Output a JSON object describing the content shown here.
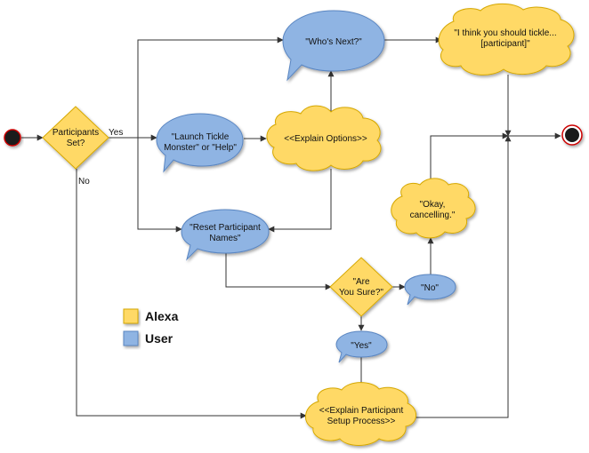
{
  "colors": {
    "alexa": "#ffd966",
    "user": "#8fb4e3",
    "start_fill": "#1a1a1a",
    "end_ring": "#cc0000",
    "stroke": "#333333"
  },
  "nodes": {
    "decision_participants": [
      "Participants",
      "Set?"
    ],
    "launch": [
      "\"Launch Tickle",
      "Monster\" or \"Help\""
    ],
    "explain_options": [
      "<<Explain Options>>"
    ],
    "whos_next": [
      "\"Who's Next?\""
    ],
    "tickle": [
      "\"I think you should tickle...",
      "[participant]\""
    ],
    "reset": [
      "\"Reset Participant",
      "Names\""
    ],
    "are_you_sure": [
      "\"Are",
      "You Sure?\""
    ],
    "no_user": [
      "\"No\""
    ],
    "yes_user": [
      "\"Yes\""
    ],
    "cancelling": [
      "\"Okay,",
      "cancelling.\""
    ],
    "setup_process": [
      "<<Explain Participant",
      "Setup Process>>"
    ]
  },
  "edge_labels": {
    "yes": "Yes",
    "no": "No"
  },
  "legend": {
    "alexa": "Alexa",
    "user": "User"
  }
}
